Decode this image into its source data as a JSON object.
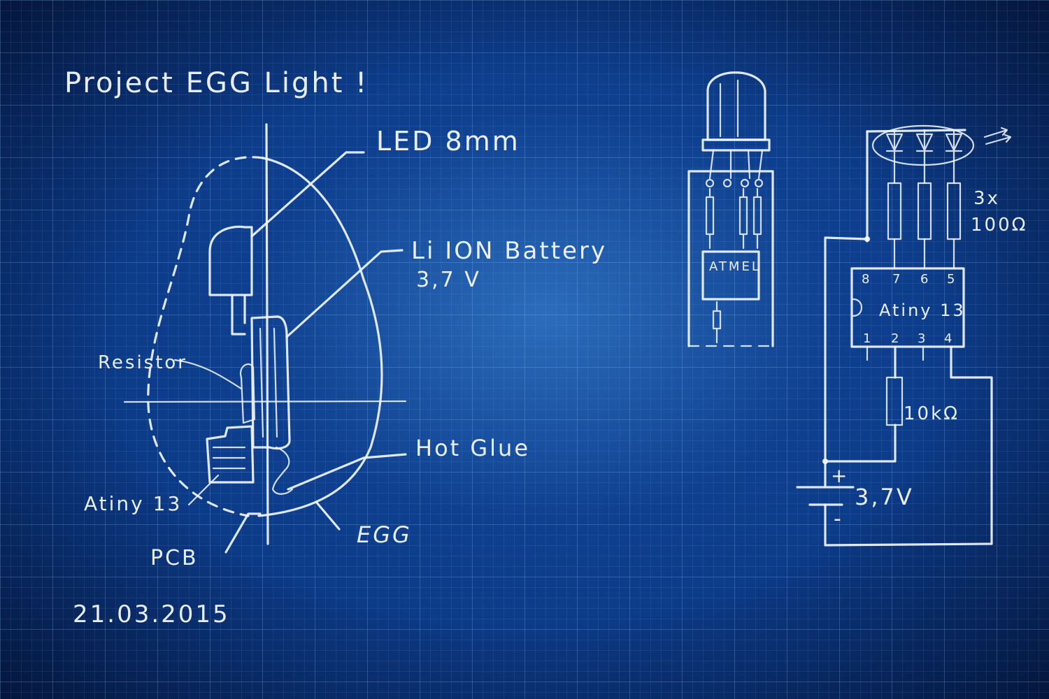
{
  "title": "Project EGG Light !",
  "date": "21.03.2015",
  "cross_section": {
    "labels": {
      "led": "LED 8mm",
      "battery_line1": "Li ION Battery",
      "battery_line2": "3,7 V",
      "resistor": "Resistor",
      "hot_glue": "Hot Glue",
      "attiny": "Atiny 13",
      "pcb": "PCB",
      "egg": "EGG"
    }
  },
  "chip_sketch": {
    "chip_label": "ATMEL"
  },
  "schematic": {
    "resistor_note_line1": "3x",
    "resistor_note_line2": "100Ω",
    "mcu_label": "Atiny 13",
    "pins_top": [
      "8",
      "7",
      "6",
      "5"
    ],
    "pins_bottom": [
      "1",
      "2",
      "3",
      "4"
    ],
    "pulldown": "10kΩ",
    "battery_plus": "+",
    "battery_minus": "-",
    "battery_voltage": "3,7V"
  },
  "colors": {
    "paper": "#0c3a86",
    "chalk": "#eef4ff"
  }
}
